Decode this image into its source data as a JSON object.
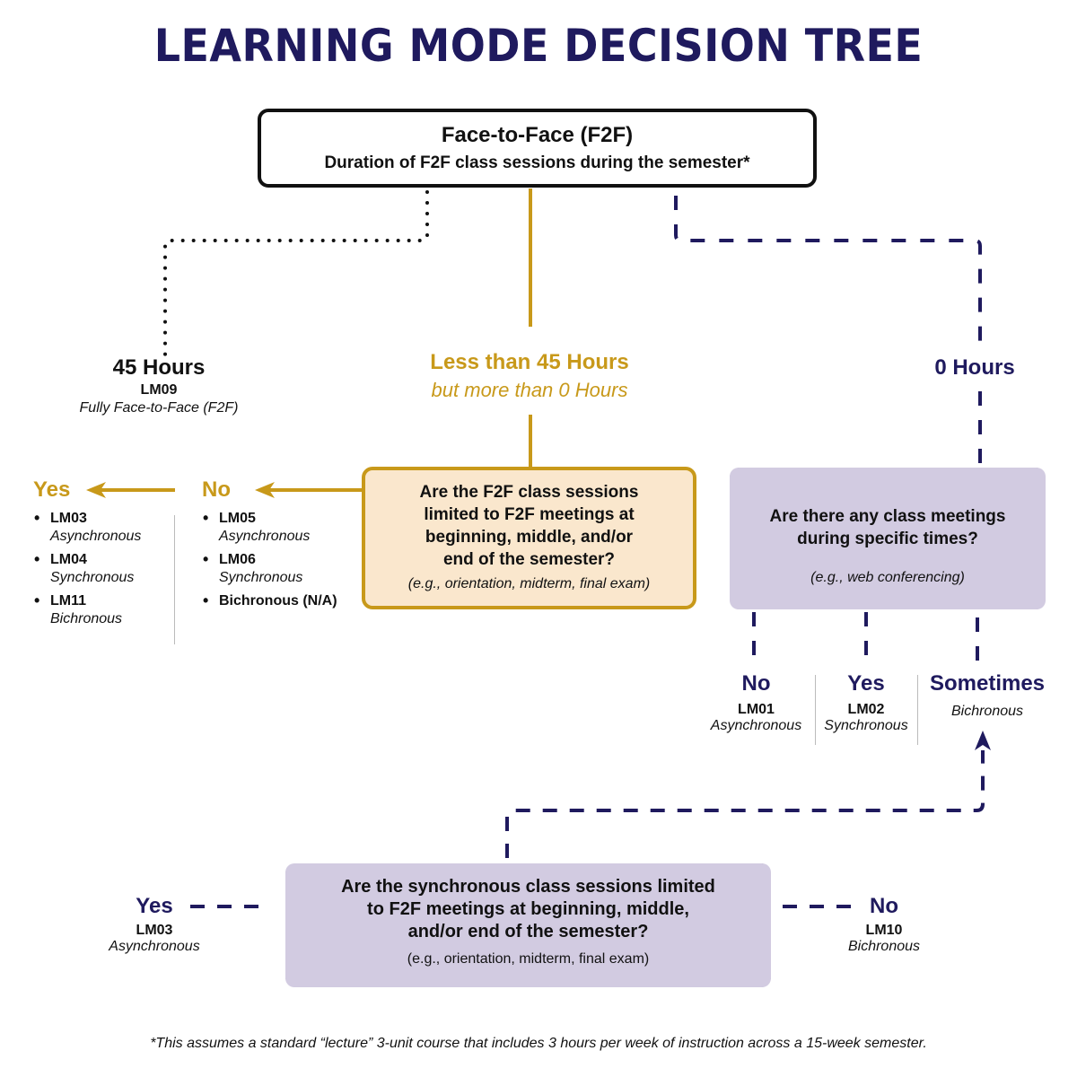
{
  "title": "LEARNING MODE DECISION TREE",
  "colors": {
    "navy": "#1f1a5e",
    "gold": "#c8991a",
    "gold_fill": "#fae7cd",
    "lavender_fill": "#d2cbe1",
    "black": "#111111"
  },
  "root": {
    "title": "Face-to-Face (F2F)",
    "subtitle": "Duration of F2F class sessions during the semester*"
  },
  "branch_45": {
    "label": "45 Hours",
    "code": "LM09",
    "mode": "Fully Face-to-Face (F2F)",
    "connector_style": "dotted"
  },
  "branch_less": {
    "label": "Less than 45 Hours",
    "sublabel": "but more than 0 Hours",
    "connector_style": "solid",
    "question": {
      "line1": "Are the F2F class sessions",
      "line2": "limited to F2F meetings at",
      "line3": "beginning, middle, and/or",
      "line4": "end of the semester?",
      "example": "(e.g., orientation, midterm, final exam)"
    },
    "yes": {
      "label": "Yes",
      "items": [
        {
          "code": "LM03",
          "mode": "Asynchronous"
        },
        {
          "code": "LM04",
          "mode": "Synchronous"
        },
        {
          "code": "LM11",
          "mode": "Bichronous"
        }
      ]
    },
    "no": {
      "label": "No",
      "items": [
        {
          "code": "LM05",
          "mode": "Asynchronous"
        },
        {
          "code": "LM06",
          "mode": "Synchronous"
        },
        {
          "code": "Bichronous (N/A)",
          "mode": ""
        }
      ]
    }
  },
  "branch_zero": {
    "label": "0 Hours",
    "connector_style": "dashed",
    "question": {
      "line1": "Are there any class meetings",
      "line2": "during specific times?",
      "example": "(e.g., web conferencing)"
    },
    "outcomes": [
      {
        "label": "No",
        "code": "LM01",
        "mode": "Asynchronous"
      },
      {
        "label": "Yes",
        "code": "LM02",
        "mode": "Synchronous"
      },
      {
        "label": "Sometimes",
        "code": "",
        "mode": "Bichronous"
      }
    ]
  },
  "sync_question": {
    "line1": "Are the synchronous class sessions limited",
    "line2": "to F2F meetings at beginning, middle,",
    "line3": "and/or end of the semester?",
    "example": "(e.g., orientation, midterm, final exam)",
    "yes": {
      "label": "Yes",
      "code": "LM03",
      "mode": "Asynchronous"
    },
    "no": {
      "label": "No",
      "code": "LM10",
      "mode": "Bichronous"
    }
  },
  "footnote": "*This assumes a standard “lecture” 3-unit course that includes 3 hours per week of instruction across a 15-week semester."
}
